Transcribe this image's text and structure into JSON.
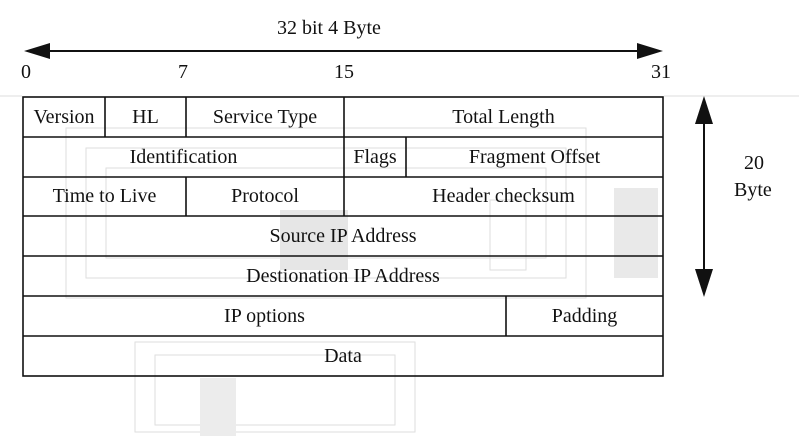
{
  "header": {
    "width_label": "32 bit 4 Byte",
    "bit_labels": [
      "0",
      "7",
      "15",
      "31"
    ],
    "height_value": "20",
    "height_unit": "Byte"
  },
  "header_fields": {
    "version": "Version",
    "header_length": "HL",
    "service_type": "Service Type",
    "total_length": "Total Length",
    "identification": "Identification",
    "flags": "Flags",
    "fragment_offset": "Fragment Offset",
    "time_to_live": "Time to Live",
    "protocol": "Protocol",
    "header_checksum": "Header checksum",
    "source_ip": "Source IP Address",
    "destination_ip": "Destionation IP Address",
    "ip_options": "IP options",
    "padding": "Padding",
    "data": "Data"
  },
  "colors": {
    "line": "#111111",
    "watermark": "#d9d9d9"
  }
}
